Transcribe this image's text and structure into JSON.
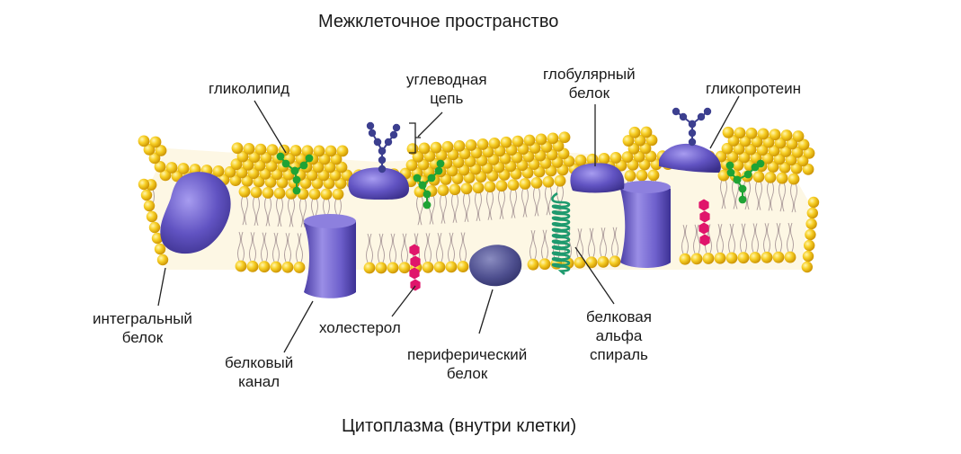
{
  "diagram": {
    "top_caption": "Межклеточное пространство",
    "bottom_caption": "Цитоплазма (внутри клетки)",
    "labels": {
      "glycolipid": "гликолипид",
      "carbohydrate_chain": [
        "углеводная",
        "цепь"
      ],
      "globular_protein": [
        "глобулярный",
        "белок"
      ],
      "glycoprotein": "гликопротеин",
      "integral_protein": [
        "интегральный",
        "белок"
      ],
      "channel_protein": [
        "белковый",
        "канал"
      ],
      "cholesterol": "холестерол",
      "peripheral_protein": [
        "периферический",
        "белок"
      ],
      "alpha_helix": [
        "белковая",
        "альфа",
        "спираль"
      ]
    },
    "colors": {
      "phospholipid_head": "#f5c211",
      "protein": "#5b4fb3",
      "carbohydrate": "#3c3f8f",
      "glycolipid_sugar": "#1fa335",
      "cholesterol": "#e0156b",
      "helix": "#1e9a6e",
      "leader_line": "#222222"
    }
  }
}
